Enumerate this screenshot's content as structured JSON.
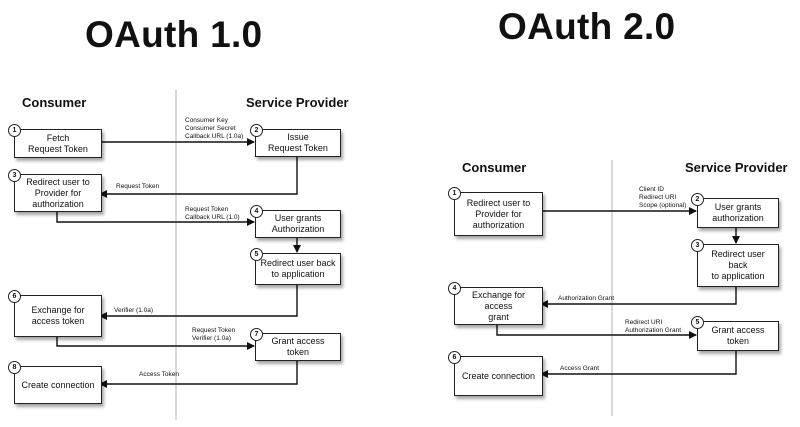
{
  "left": {
    "title": "OAuth 1.0",
    "consumer_label": "Consumer",
    "provider_label": "Service Provider",
    "steps": [
      {
        "num": "1",
        "text": "Fetch\nRequest Token"
      },
      {
        "num": "2",
        "text": "Issue\nRequest Token"
      },
      {
        "num": "3",
        "text": "Redirect user to\nProvider for\nauthorization"
      },
      {
        "num": "4",
        "text": "User grants\nAuthorization"
      },
      {
        "num": "5",
        "text": "Redirect user back\nto application"
      },
      {
        "num": "6",
        "text": "Exchange for\naccess token"
      },
      {
        "num": "7",
        "text": "Grant access token"
      },
      {
        "num": "8",
        "text": "Create connection"
      }
    ],
    "messages": [
      "Consumer Key\nConsumer Secret\nCallback URL (1.0a)",
      "Request Token",
      "Request Token\nCallback URL (1.0)",
      "Verifier (1.0a)",
      "Request Token\nVerifier (1.0a)",
      "Access Token"
    ]
  },
  "right": {
    "title": "OAuth 2.0",
    "consumer_label": "Consumer",
    "provider_label": "Service Provider",
    "steps": [
      {
        "num": "1",
        "text": "Redirect user to\nProvider for\nauthorization"
      },
      {
        "num": "2",
        "text": "User grants\nauthorization"
      },
      {
        "num": "3",
        "text": "Redirect user back\nto application"
      },
      {
        "num": "4",
        "text": "Exchange for access\ngrant"
      },
      {
        "num": "5",
        "text": "Grant access token"
      },
      {
        "num": "6",
        "text": "Create connection"
      }
    ],
    "messages": [
      "Client ID\nRedirect URI\nScope (optional)",
      "Authorization Grant",
      "Redirect URI\nAuthorization Grant",
      "Access Grant"
    ]
  }
}
